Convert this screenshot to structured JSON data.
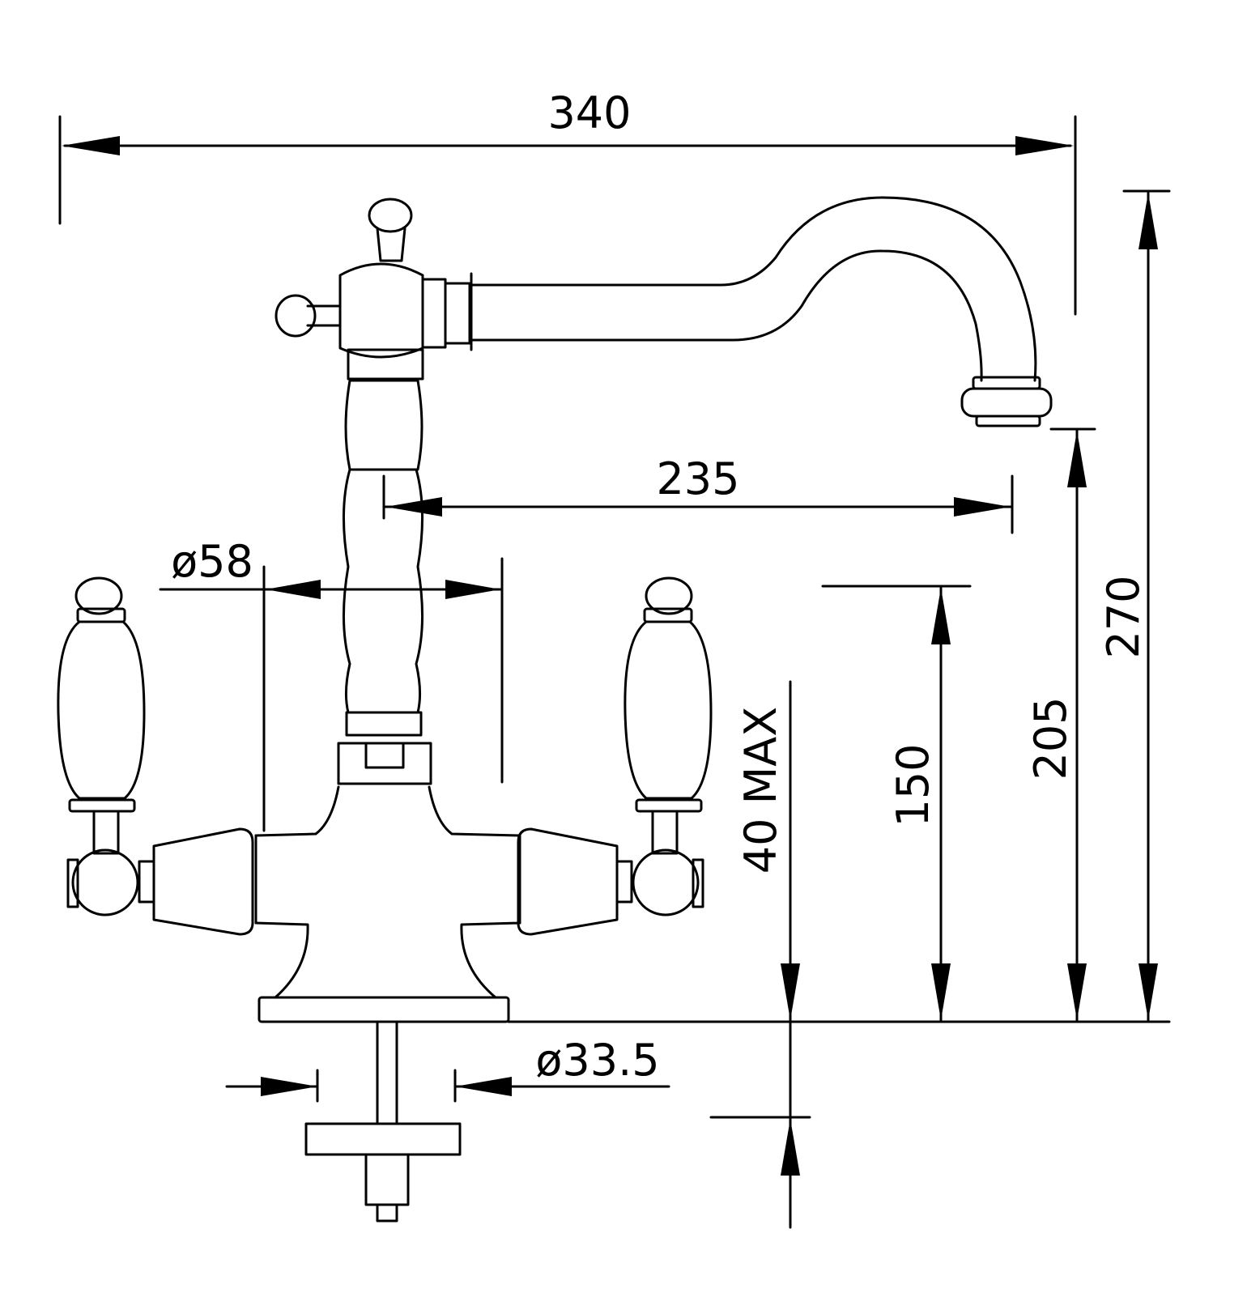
{
  "dimensions": {
    "overall_width": "340",
    "spout_reach": "235",
    "body_diameter": "ø58",
    "spout_height": "150",
    "handle_height": "205",
    "overall_height": "270",
    "deck_thickness": "40 MAX",
    "hole_diameter": "ø33.5"
  }
}
